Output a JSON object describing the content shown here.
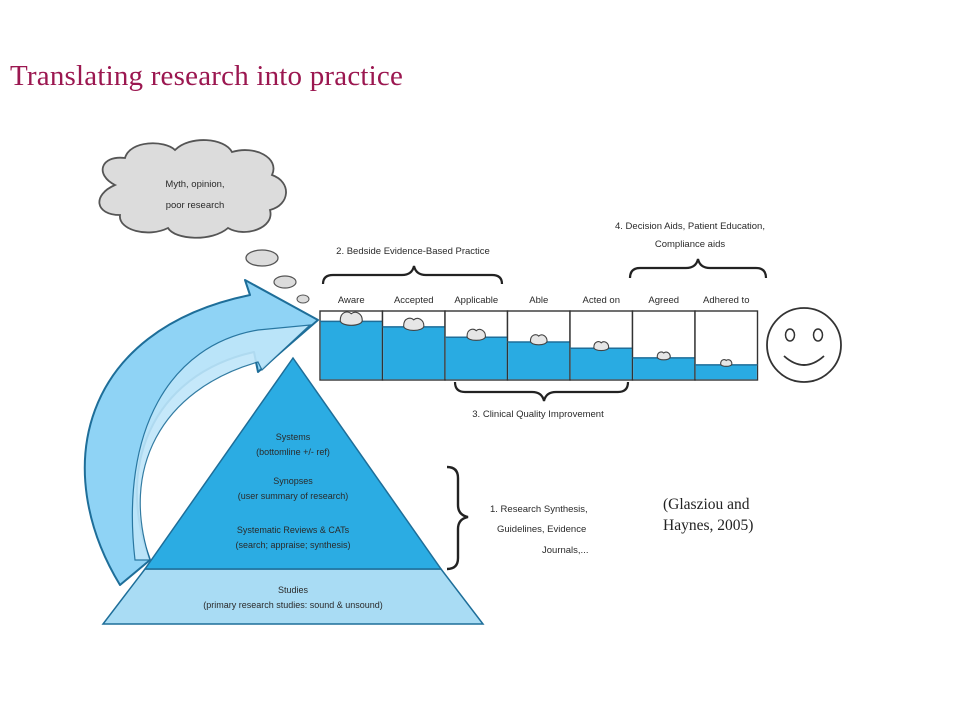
{
  "slide": {
    "title": "Translating research into practice",
    "citation": [
      "(Glasziou and",
      "Haynes, 2005)"
    ]
  },
  "diagram": {
    "cloud": [
      "Myth, opinion,",
      "poor research"
    ],
    "bedside": "2. Bedside Evidence-Based Practice",
    "decision_aids": [
      "4. Decision Aids, Patient Education,",
      "Compliance aids"
    ],
    "stages": [
      {
        "label": "Aware",
        "fill": 0.85
      },
      {
        "label": "Accepted",
        "fill": 0.77
      },
      {
        "label": "Applicable",
        "fill": 0.62
      },
      {
        "label": "Able",
        "fill": 0.55
      },
      {
        "label": "Acted on",
        "fill": 0.46
      },
      {
        "label": "Agreed",
        "fill": 0.32
      },
      {
        "label": "Adhered to",
        "fill": 0.22
      }
    ],
    "clinical_quality": "3. Clinical Quality Improvement",
    "pyramid": {
      "systems": [
        "Systems",
        "(bottomline +/- ref)"
      ],
      "synopses": [
        "Synopses",
        "(user summary of research)"
      ],
      "reviews": [
        "Systematic Reviews & CATs",
        "(search; appraise; synthesis)"
      ],
      "studies": [
        "Studies",
        "(primary research studies: sound & unsound)"
      ]
    },
    "synthesis": [
      "1. Research Synthesis,",
      "Guidelines, Evidence",
      "Journals,..."
    ],
    "colors": {
      "accent": "#9b1750",
      "water": "#29abe2",
      "pyramid_top": "#2bace3",
      "pyramid_base": "#a9dcf4",
      "arrow": "#8fd3f5",
      "cloud": "#dcdcdc"
    }
  }
}
